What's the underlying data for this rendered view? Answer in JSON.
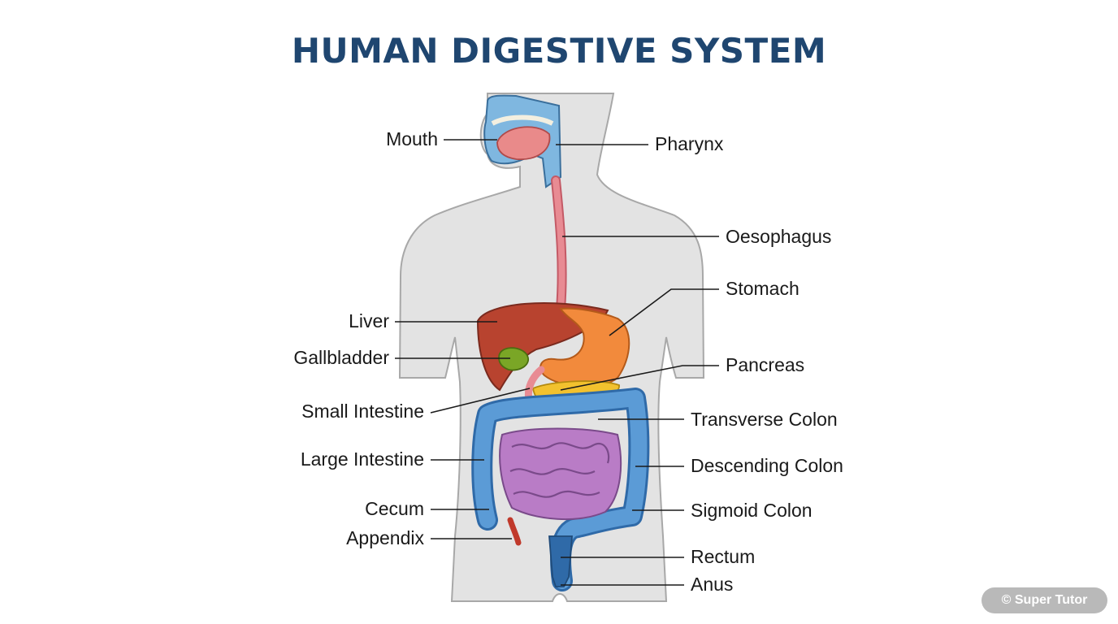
{
  "title": "HUMAN DIGESTIVE SYSTEM",
  "watermark": "© Super Tutor",
  "labels": {
    "mouth": "Mouth",
    "pharynx": "Pharynx",
    "oesophagus": "Oesophagus",
    "stomach": "Stomach",
    "liver": "Liver",
    "gallbladder": "Gallbladder",
    "pancreas": "Pancreas",
    "small_intestine": "Small Intestine",
    "transverse_colon": "Transverse Colon",
    "large_intestine": "Large Intestine",
    "descending_colon": "Descending Colon",
    "cecum": "Cecum",
    "sigmoid_colon": "Sigmoid Colon",
    "appendix": "Appendix",
    "rectum": "Rectum",
    "anus": "Anus"
  },
  "colors": {
    "title": "#1f4670",
    "body": "#e3e3e3",
    "body_outline": "#a8a8a8",
    "liver": "#b8432f",
    "stomach": "#f28a3c",
    "gallbladder": "#7aa626",
    "pancreas": "#f2c12e",
    "small_intestine": "#b97cc6",
    "large_intestine": "#3f7fbd",
    "oesophagus": "#e88b93",
    "oral_cavity": "#7fb7e0"
  }
}
